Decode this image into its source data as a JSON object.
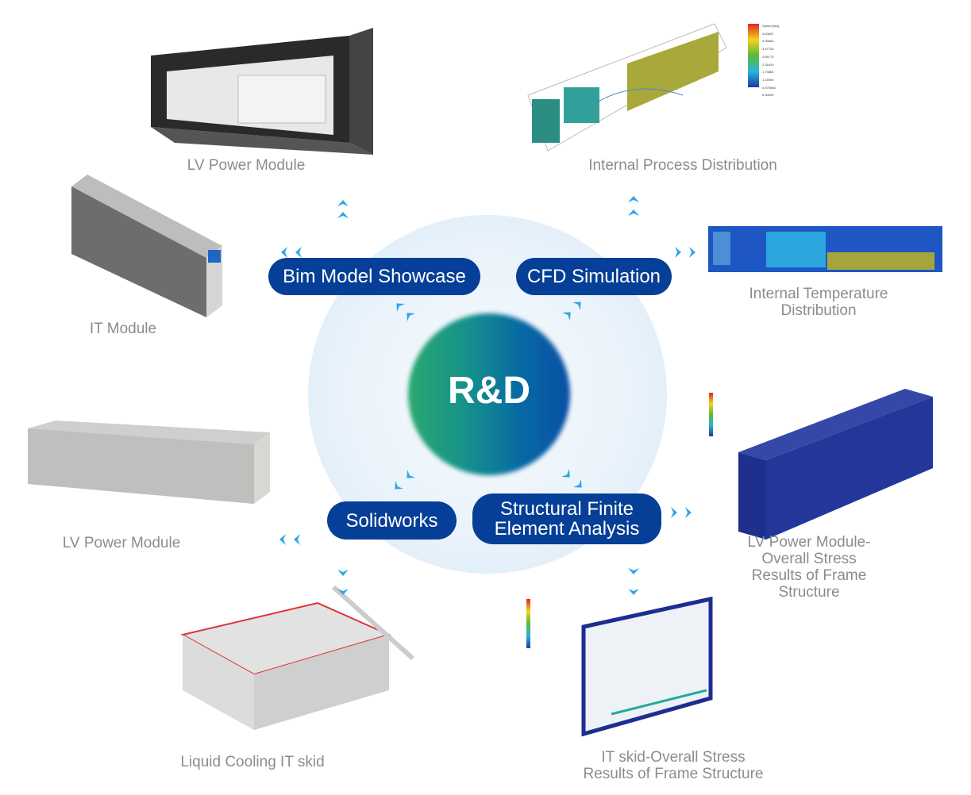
{
  "center": {
    "label": "R&D"
  },
  "categories": [
    {
      "label": "Bim Model Showcase"
    },
    {
      "label": "CFD Simulation"
    },
    {
      "label": "Solidworks"
    },
    {
      "label": "Structural Finite\nElement Analysis"
    }
  ],
  "captions": {
    "lv_power_top": "LV Power Module",
    "it_module": "IT Module",
    "lv_power_left": "LV Power Module",
    "liquid_cooling": "Liquid Cooling IT skid",
    "internal_process": "Internal Process Distribution",
    "internal_temperature": "Internal Temperature Distribution",
    "lv_stress": "LV Power Module-Overall Stress\nResults of Frame Structure",
    "it_skid_stress": "IT skid-Overall Stress\nResults of Frame Structure"
  },
  "cfd_legend": {
    "title": "Speed [m/s]",
    "values": [
      "4.63637",
      "4.05682",
      "3.47728",
      "2.89773",
      "2.31819",
      "1.73864",
      "1.15909",
      "0.579546",
      "0.00000"
    ]
  },
  "colors": {
    "pill": "#063f97",
    "arrow": "#2fa6e6",
    "caption": "#8c8c8c",
    "halo": "#eaf3fb"
  }
}
